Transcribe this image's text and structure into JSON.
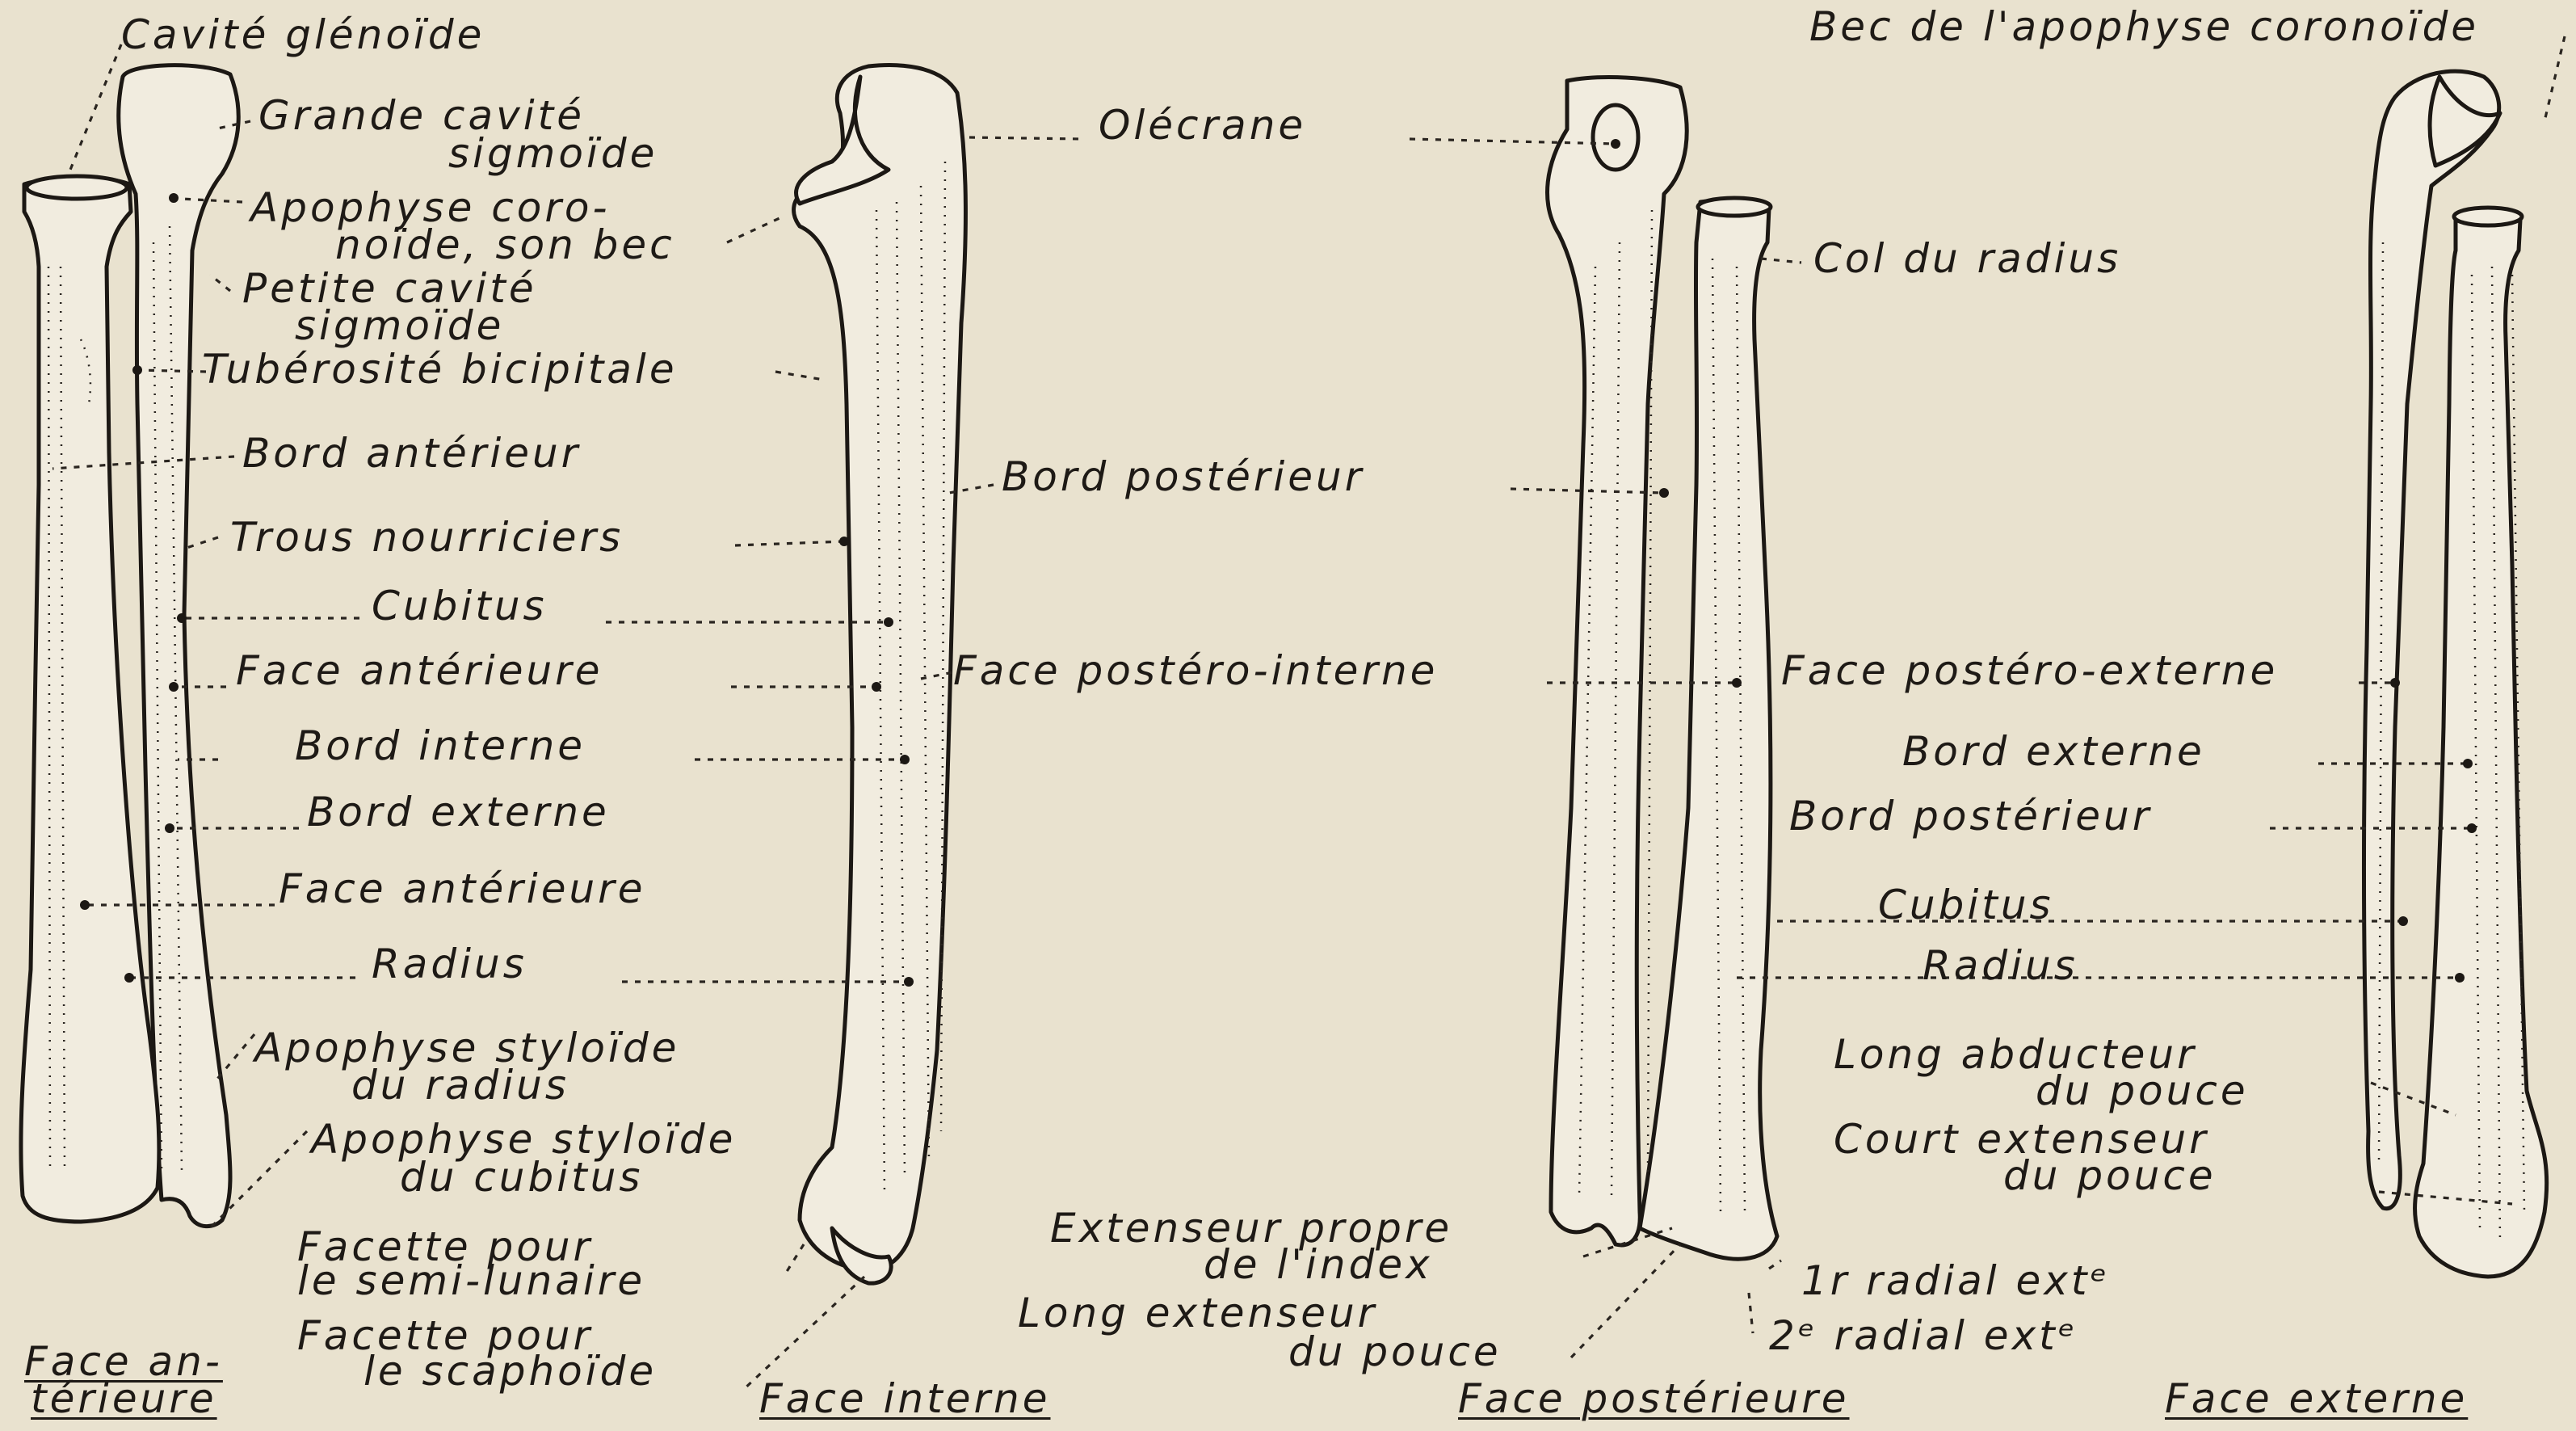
{
  "labels": {
    "cavite_glenoide": "Cavité glénoïde",
    "grande_cavite_1": "Grande cavité",
    "grande_cavite_2": "sigmoïde",
    "apophyse_coro_1": "Apophyse coro-",
    "apophyse_coro_2": "noïde, son bec",
    "petite_cavite_1": "Petite cavité",
    "petite_cavite_2": "sigmoïde",
    "tuberosite": "Tubérosité bicipitale",
    "bord_anterieur": "Bord antérieur",
    "trous_nourriciers": "Trous nourriciers",
    "cubitus_left": "Cubitus",
    "face_anterieure_1": "Face antérieure",
    "bord_interne": "Bord interne",
    "bord_externe_left": "Bord externe",
    "face_anterieure_2": "Face antérieure",
    "radius_left": "Radius",
    "styloide_radius_1": "Apophyse styloïde",
    "styloide_radius_2": "du radius",
    "styloide_cubitus_1": "Apophyse styloïde",
    "styloide_cubitus_2": "du cubitus",
    "facette_semi_1": "Facette pour",
    "facette_semi_2": "le semi-lunaire",
    "facette_scaph_1": "Facette pour",
    "facette_scaph_2": "le scaphoïde",
    "olecrane": "Olécrane",
    "bord_posterieur_mid": "Bord postérieur",
    "face_postero_interne": "Face postéro-interne",
    "extenseur_index_1": "Extenseur propre",
    "extenseur_index_2": "de l'index",
    "long_extenseur_1": "Long extenseur",
    "long_extenseur_2": "du pouce",
    "bec_apophyse": "Bec de l'apophyse coronoïde",
    "col_radius": "Col du radius",
    "face_postero_externe": "Face postéro-externe",
    "bord_externe_right": "Bord externe",
    "bord_posterieur_right": "Bord postérieur",
    "cubitus_right": "Cubitus",
    "radius_right": "Radius",
    "long_abducteur_1": "Long abducteur",
    "long_abducteur_2": "du pouce",
    "court_extenseur_1": "Court extenseur",
    "court_extenseur_2": "du pouce",
    "radial_1": "1r radial extᵉ",
    "radial_2": "2ᵉ radial extᵉ"
  },
  "titles": {
    "anterieure_1": "Face an-",
    "anterieure_2": "térieure",
    "interne": "Face interne",
    "posterieure": "Face postérieure",
    "externe": "Face externe"
  }
}
